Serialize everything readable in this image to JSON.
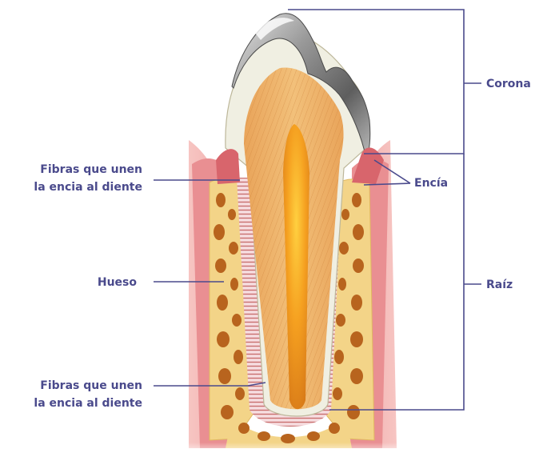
{
  "labels": {
    "corona": "Corona",
    "encia": "Encía",
    "raiz": "Raíz",
    "fibras_top_line1": "Fibras que unen",
    "fibras_top_line2": "la encia al diente",
    "hueso": "Hueso",
    "fibras_bottom_line1": "Fibras que unen",
    "fibras_bottom_line2": "la encia al diente"
  },
  "colors": {
    "label_text": "#4a4a8c",
    "leader_line": "#4a4a8c",
    "gum": "#e58a8e",
    "bone": "#f3d488",
    "bone_holes": "#b8641e",
    "dentin": "#f0efe2",
    "pulp": "#f0a030",
    "enamel": "#8a8a8a"
  }
}
